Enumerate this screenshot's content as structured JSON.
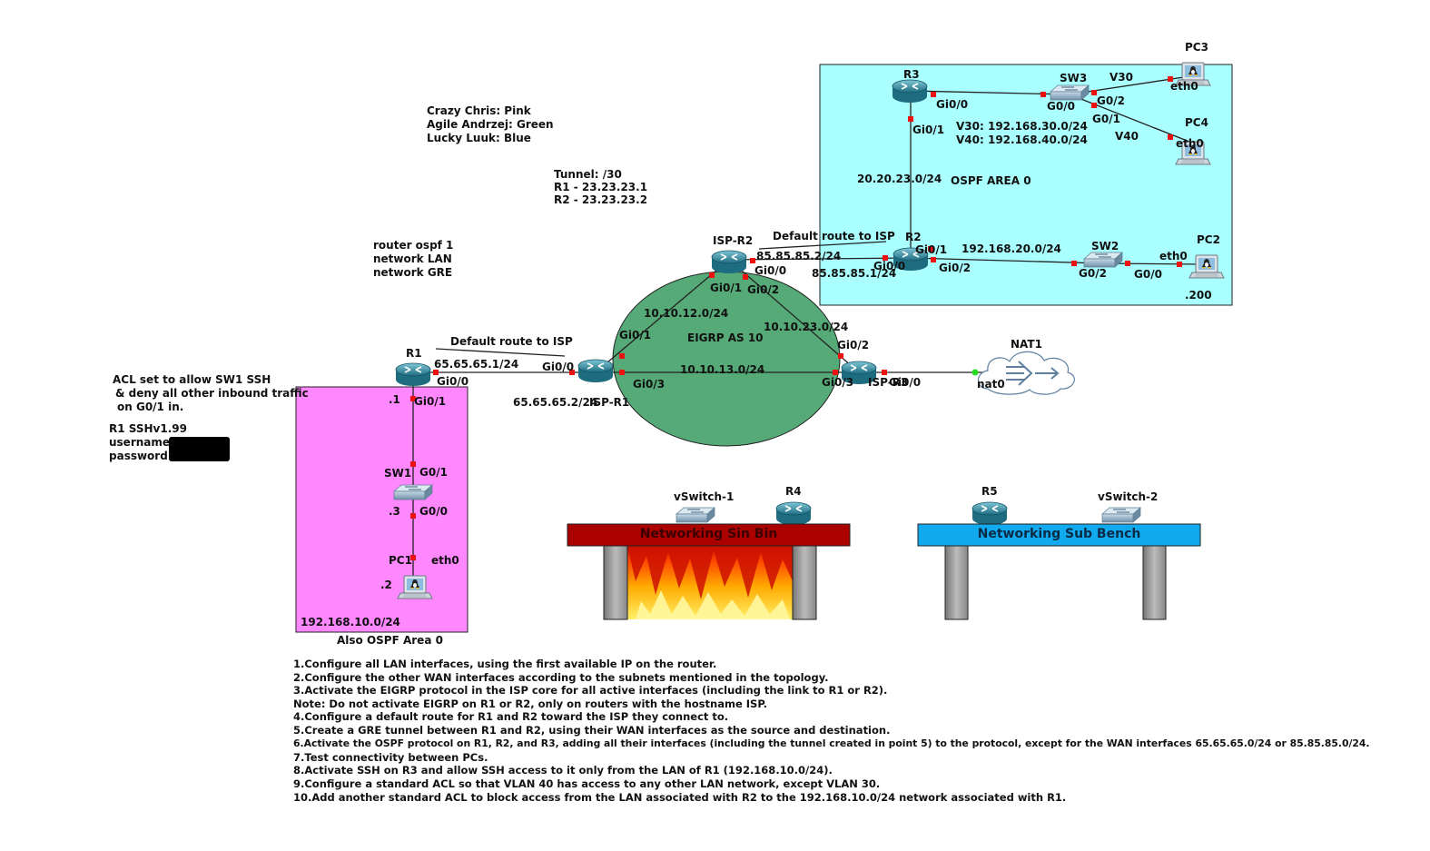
{
  "legend": {
    "line1": "Crazy Chris: Pink",
    "line2": "Agile Andrzej: Green",
    "line3": "Lucky Luuk: Blue"
  },
  "tunnel": {
    "line1": "Tunnel: /30",
    "line2": "R1 - 23.23.23.1",
    "line3": "R2 - 23.23.23.2"
  },
  "ospf_note": {
    "line1": "router ospf 1",
    "line2": "network LAN",
    "line3": "network GRE"
  },
  "acl_note": {
    "line1": "ACL set to allow SW1 SSH",
    "line2": "& deny all other inbound traffic",
    "line3": "on G0/1 in."
  },
  "ssh_note": {
    "line1": "R1 SSHv1.99",
    "line2": "username:",
    "line3": "password:"
  },
  "devices": {
    "r1": "R1",
    "r2": "R2",
    "r3": "R3",
    "r4": "R4",
    "r5": "R5",
    "isp_r1": "ISP-R1",
    "isp_r2": "ISP-R2",
    "isp_r3": "ISP-R3",
    "sw1": "SW1",
    "sw2": "SW2",
    "sw3": "SW3",
    "pc1": "PC1",
    "pc2": "PC2",
    "pc3": "PC3",
    "pc4": "PC4",
    "nat1": "NAT1",
    "vswitch1": "vSwitch-1",
    "vswitch2": "vSwitch-2"
  },
  "links": {
    "r1_gi00": "Gi0/0",
    "r1_gi01": "Gi0/1",
    "r1_dot1": ".1",
    "r1_wan": "65.65.65.1/24",
    "isp_r1_gi00": "Gi0/0",
    "isp_r1_gi01": "Gi0/1",
    "isp_r1_gi03": "Gi0/3",
    "isp_r1_wan": "65.65.65.2/24",
    "r1_default": "Default route to ISP",
    "sw1_g01": "G0/1",
    "sw1_g00": "G0/0",
    "sw1_dot3": ".3",
    "pc1_eth0": "eth0",
    "pc1_dot2": ".2",
    "lan1_net": "192.168.10.0/24",
    "lan1_area": "Also OSPF Area 0",
    "isp_r2_gi00": "Gi0/0",
    "isp_r2_gi01": "Gi0/1",
    "isp_r2_gi02": "Gi0/2",
    "isp_r2_wan": "85.85.85.2/24",
    "r2_default": "Default route to ISP",
    "r2_gi00": "Gi0/0",
    "r2_gi01": "Gi0/1",
    "r2_gi02": "Gi0/2",
    "r2_wan": "85.85.85.1/24",
    "r2_lan": "192.168.20.0/24",
    "sw2_g02": "G0/2",
    "sw2_g00": "G0/0",
    "pc2_eth0": "eth0",
    "pc2_dot200": ".200",
    "r3_gi00": "Gi0/0",
    "r3_gi01": "Gi0/1",
    "r2r3_net": "20.20.23.0/24",
    "ospf_area": "OSPF AREA 0",
    "sw3_g00": "G0/0",
    "sw3_g02": "G0/2",
    "sw3_g01": "G0/1",
    "v30": "V30",
    "v40": "V40",
    "vlans30": "V30: 192.168.30.0/24",
    "vlans40": "V40: 192.168.40.0/24",
    "pc3_eth0": "eth0",
    "pc4_eth0": "eth0",
    "net12": "10.10.12.0/24",
    "net23": "10.10.23.0/24",
    "net13": "10.10.13.0/24",
    "eigrp": "EIGRP AS 10",
    "isp_r3_gi02": "Gi0/2",
    "isp_r3_gi03": "Gi0/3",
    "isp_r3_gi00": "Gi0/0",
    "nat0": "nat0"
  },
  "benches": {
    "sin_bin": "Networking Sin Bin",
    "sub_bench": "Networking Sub Bench"
  },
  "tasks": [
    "1.Configure all LAN interfaces, using the first available IP on the router.",
    "2.Configure the other WAN interfaces according to the subnets mentioned in the topology.",
    "3.Activate the EIGRP protocol in the ISP core for all active interfaces (including the link to R1 or R2).",
    "Note: Do not activate EIGRP on R1 or R2, only on routers with the hostname ISP.",
    "4.Configure a default route for R1 and R2 toward the ISP they connect to.",
    "5.Create a GRE tunnel between R1 and R2, using their WAN interfaces as the source and destination.",
    "6.Activate the OSPF protocol on R1, R2, and R3, adding all their interfaces (including the tunnel created in point 5) to the protocol, except for the WAN interfaces 65.65.65.0/24 or 85.85.85.0/24.",
    "7.Test connectivity between PCs.",
    "8.Activate SSH on R3 and allow SSH access to it only from the LAN of R1 (192.168.10.0/24).",
    "9.Configure a standard ACL so that VLAN 40 has access to any other LAN network, except VLAN 30.",
    "10.Add another standard ACL to block access from the LAN associated with R2 to the 192.168.10.0/24 network associated with R1."
  ],
  "colors": {
    "pink_zone": "#ff88ff",
    "cyan_zone": "#aaffff",
    "eigrp_green": "#55aa77",
    "sin_bin_red": "#aa0000",
    "sub_bench_blue": "#11aaee",
    "port_red": "#ee1111"
  }
}
